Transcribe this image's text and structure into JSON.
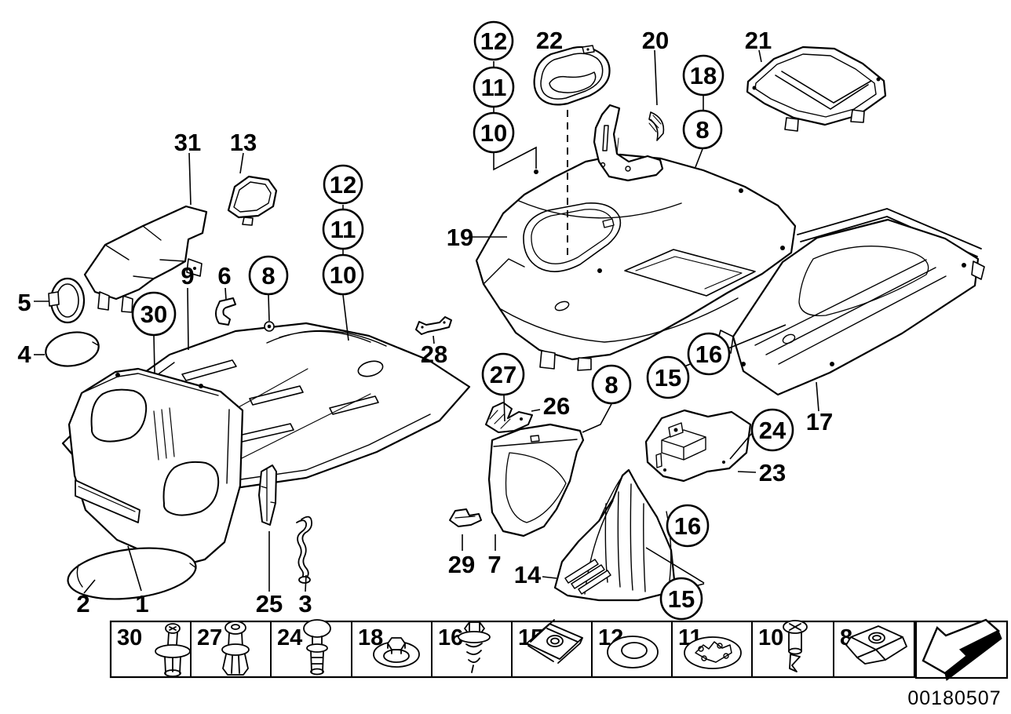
{
  "figure": {
    "title": "vehicle-underbody-panelling-parts-diagram",
    "document_number": "00180507",
    "callouts": {
      "s1_12": "12",
      "s1_11": "11",
      "s1_10": "10",
      "t22": "22",
      "t20": "20",
      "c18": "18",
      "c8_top": "8",
      "t21": "21",
      "t31": "31",
      "t13": "13",
      "s2_12": "12",
      "s2_11": "11",
      "s2_10": "10",
      "t5": "5",
      "t4": "4",
      "c30": "30",
      "t9": "9",
      "t6": "6",
      "c8_left": "8",
      "t28": "28",
      "t19": "19",
      "c27": "27",
      "t26": "26",
      "c8_mid": "8",
      "c15_right": "15",
      "c16_right": "16",
      "t17": "17",
      "c24": "24",
      "t23": "23",
      "c16_lower": "16",
      "c15_lower": "15",
      "t14": "14",
      "t29": "29",
      "t7": "7",
      "t2": "2",
      "t1": "1",
      "t25": "25",
      "t3": "3"
    },
    "legend": {
      "items": [
        {
          "label": "30",
          "icon": "expansion-rivet-phillips"
        },
        {
          "label": "27",
          "icon": "expansion-rivet"
        },
        {
          "label": "24",
          "icon": "dome-head-rivet"
        },
        {
          "label": "18",
          "icon": "flange-nut-washer"
        },
        {
          "label": "16",
          "icon": "hex-screw-washer"
        },
        {
          "label": "15",
          "icon": "speed-nut-clip"
        },
        {
          "label": "12",
          "icon": "flat-washer"
        },
        {
          "label": "11",
          "icon": "star-lock-washer"
        },
        {
          "label": "10",
          "icon": "phillips-screw-rivet"
        },
        {
          "label": "8",
          "icon": "cage-nut-clip"
        }
      ],
      "footer_icon": "direction-arrow"
    }
  }
}
